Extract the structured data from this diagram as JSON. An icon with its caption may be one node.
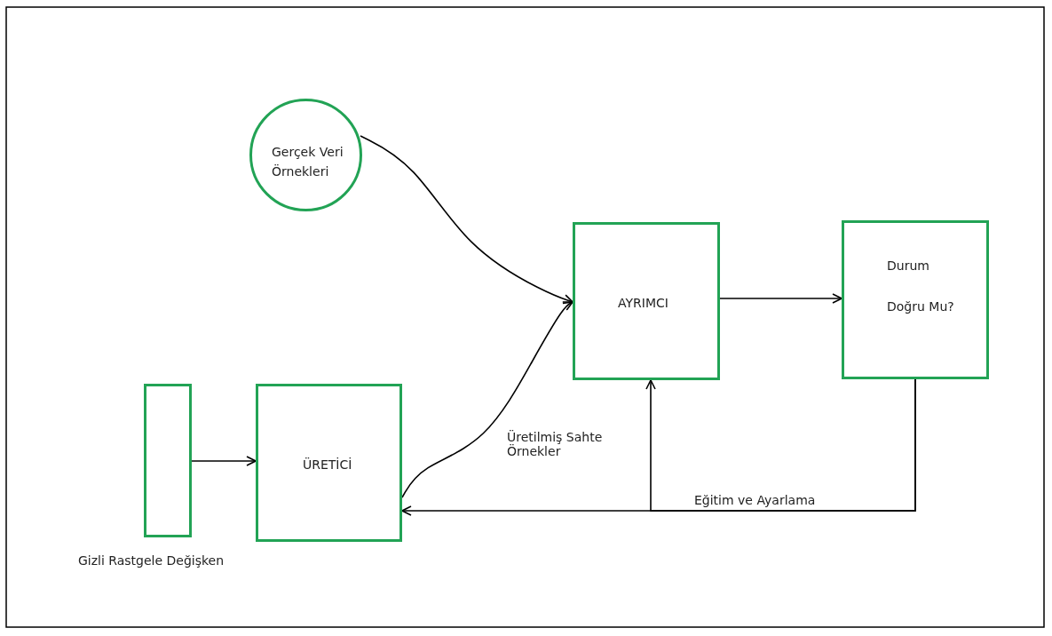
{
  "diagram": {
    "nodes": [
      {
        "text": [
          "Gerçek Veri Örnekleri"
        ]
      },
      {
        "text": [
          "AYRIMCI"
        ]
      },
      {
        "text": [
          "Durum",
          "Doğru Mu?"
        ]
      },
      {
        "text": [],
        "shape": "bar",
        "beside": [
          "Gizli Rastgele Değişken"
        ]
      },
      {
        "text": [
          "ÜRETİCİ"
        ]
      }
    ],
    "edges": [
      {
        "from": 0,
        "to": 1,
        "arrow": "to"
      },
      {
        "from": 4,
        "to": 1,
        "arrow": "to",
        "label": "Üretilmiş Sahte Örnekler"
      },
      {
        "from": 3,
        "to": 4,
        "arrow": "to"
      },
      {
        "from": 1,
        "to": 2,
        "arrow": "to"
      },
      {
        "from": 2,
        "to": 4,
        "arrow": "to",
        "label": "Eğitim ve Ayarlama"
      },
      {
        "from": 2,
        "to": 1,
        "arrow": "to"
      }
    ]
  }
}
